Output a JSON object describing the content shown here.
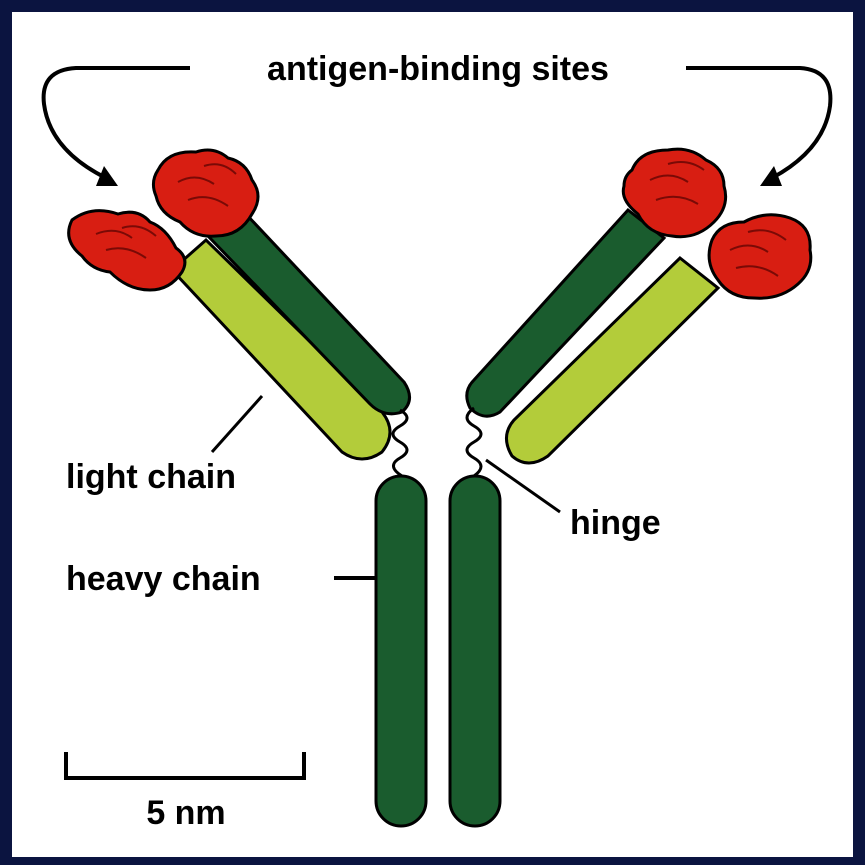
{
  "labels": {
    "antigen_binding_sites": "antigen-binding sites",
    "light_chain": "light chain",
    "heavy_chain": "heavy chain",
    "hinge": "hinge",
    "scale_bar": "5 nm"
  },
  "colors": {
    "background_border": "#0b1440",
    "panel": "#ffffff",
    "heavy_chain": "#1a5c2e",
    "light_chain": "#b3cc3a",
    "antigen_binding_region": "#d81e12",
    "outline": "#000000"
  }
}
